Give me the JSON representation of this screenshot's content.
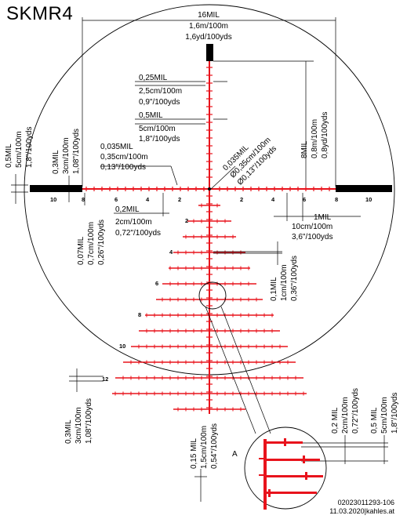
{
  "title": "SKMR4",
  "footer": {
    "code": "02023011293-106",
    "date_site": "11.03.2020|kahles.at"
  },
  "colors": {
    "reticle": "#e8131c",
    "post": "#000000",
    "lines": "#000000"
  },
  "scale_numbers": {
    "horizontal": [
      "10",
      "8",
      "6",
      "4",
      "2",
      "2",
      "4",
      "6",
      "8",
      "10"
    ],
    "vertical": [
      "2",
      "4",
      "6",
      "8",
      "10",
      "12"
    ]
  },
  "annotations": {
    "a_16mil": [
      "16MIL",
      "1,6m/100m",
      "1,6yd/100yds"
    ],
    "a_025mil": [
      "0,25MIL",
      "2,5cm/100m",
      "0,9\"/100yds"
    ],
    "a_05mil_top": [
      "0,5MIL",
      "5cm/100m",
      "1,8\"/100yds"
    ],
    "a_8mil": [
      "8MIL",
      "0,8m/100m",
      "0,8yd/100yds"
    ],
    "a_05mil_left": [
      "0,5MIL",
      "5cm/100m",
      "1,8\"/100yds"
    ],
    "a_03mil_left": [
      "0,3MIL",
      "3cm/100m",
      "1,08\"/100yds"
    ],
    "a_0035mil": [
      "0,035MIL",
      "0,35cm/100m",
      "0,13\"/100yds"
    ],
    "a_dot": [
      "0,035MIL",
      "Ø0,35cm/100m",
      "Ø0,13\"/100yds"
    ],
    "a_007mil": [
      "0,07MIL",
      "0,7cm/100m",
      "0,26\"/100yds"
    ],
    "a_02mil": [
      "0,2MIL",
      "2cm/100m",
      "0,72\"/100yds"
    ],
    "a_1mil": [
      "1MIL",
      "10cm/100m",
      "3,6\"/100yds"
    ],
    "a_01mil": [
      "0,1MIL",
      "1cm/100m",
      "0,36\"/100yds"
    ],
    "a_03mil_bottom": [
      "0,3MIL",
      "3cm/100m",
      "1,08\"/100yds"
    ],
    "a_015mil": [
      "0,15 MIL",
      "1,5cm/100m",
      "0,54\"/100yds"
    ],
    "a_02mil_detail": [
      "0,2 MIL",
      "2cm/100m",
      "0,72\"/100yds"
    ],
    "a_05mil_detail": [
      "0,5 MIL",
      "5cm/100m",
      "1,8\"/100yds"
    ],
    "detail_label": "A"
  }
}
